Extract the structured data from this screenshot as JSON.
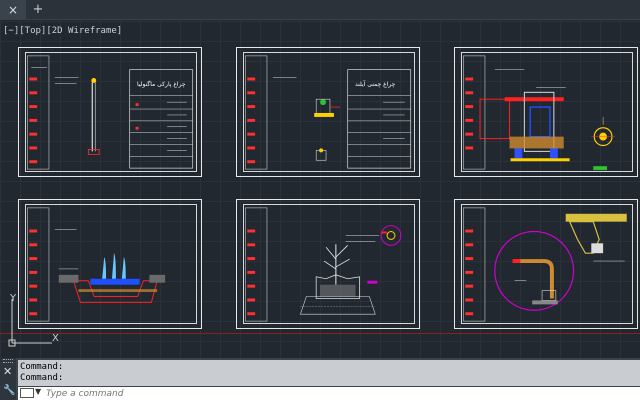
{
  "tabs": {
    "close_label": "×",
    "add_label": "+"
  },
  "viewport": {
    "label": "[−][Top][2D Wireframe]"
  },
  "sheets": {
    "s1_title": "چراغ پارکی ماگنولیا",
    "s2_title": "چراغ چمنی آیلند"
  },
  "ucs": {
    "x_label": "X",
    "y_label": "Y"
  },
  "command": {
    "history": [
      "Command:",
      "Command:"
    ],
    "placeholder": "Type a command"
  },
  "colors": {
    "background": "#212830",
    "sheet_border": "#e8e8e8",
    "accent_red": "#ff2020",
    "accent_magenta": "#d000d0",
    "accent_blue": "#1f50ff"
  }
}
